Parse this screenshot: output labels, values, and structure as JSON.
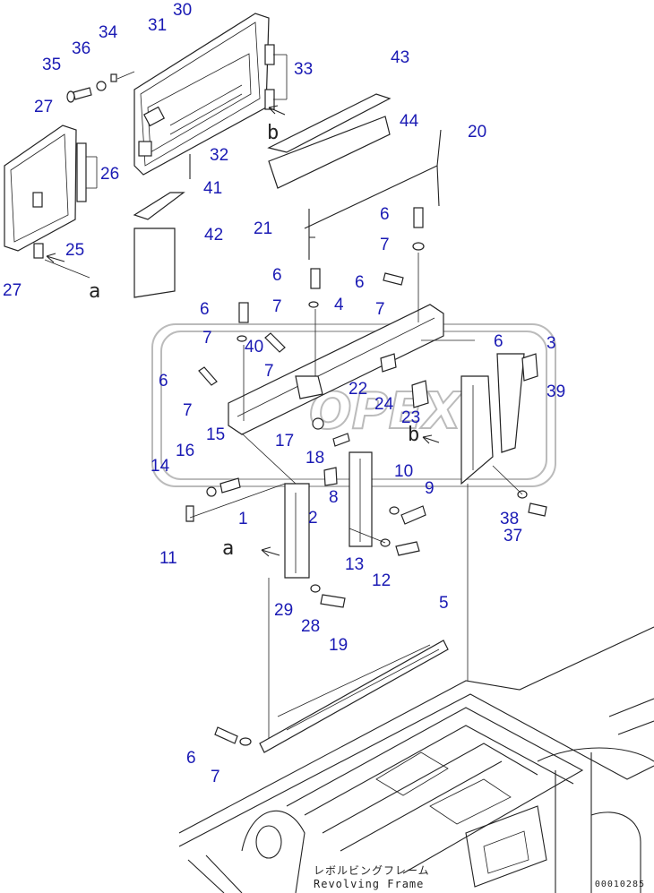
{
  "labels": [
    {
      "id": "30",
      "text": "30"
    },
    {
      "id": "31",
      "text": "31"
    },
    {
      "id": "34",
      "text": "34"
    },
    {
      "id": "36",
      "text": "36"
    },
    {
      "id": "35",
      "text": "35"
    },
    {
      "id": "33",
      "text": "33"
    },
    {
      "id": "43",
      "text": "43"
    },
    {
      "id": "27a",
      "text": "27"
    },
    {
      "id": "44",
      "text": "44"
    },
    {
      "id": "20",
      "text": "20"
    },
    {
      "id": "32",
      "text": "32"
    },
    {
      "id": "26",
      "text": "26"
    },
    {
      "id": "41",
      "text": "41"
    },
    {
      "id": "6a",
      "text": "6"
    },
    {
      "id": "21",
      "text": "21"
    },
    {
      "id": "42",
      "text": "42"
    },
    {
      "id": "7a",
      "text": "7"
    },
    {
      "id": "25",
      "text": "25"
    },
    {
      "id": "27b",
      "text": "27"
    },
    {
      "id": "6b",
      "text": "6"
    },
    {
      "id": "6c",
      "text": "6"
    },
    {
      "id": "7b",
      "text": "7"
    },
    {
      "id": "4",
      "text": "4"
    },
    {
      "id": "7c",
      "text": "7"
    },
    {
      "id": "6d",
      "text": "6"
    },
    {
      "id": "7d",
      "text": "7"
    },
    {
      "id": "6e",
      "text": "6"
    },
    {
      "id": "3",
      "text": "3"
    },
    {
      "id": "40",
      "text": "40"
    },
    {
      "id": "7e",
      "text": "7"
    },
    {
      "id": "6f",
      "text": "6"
    },
    {
      "id": "22",
      "text": "22"
    },
    {
      "id": "39",
      "text": "39"
    },
    {
      "id": "24",
      "text": "24"
    },
    {
      "id": "7f",
      "text": "7"
    },
    {
      "id": "23",
      "text": "23"
    },
    {
      "id": "15",
      "text": "15"
    },
    {
      "id": "17",
      "text": "17"
    },
    {
      "id": "18",
      "text": "18"
    },
    {
      "id": "16",
      "text": "16"
    },
    {
      "id": "14",
      "text": "14"
    },
    {
      "id": "10",
      "text": "10"
    },
    {
      "id": "8",
      "text": "8"
    },
    {
      "id": "9",
      "text": "9"
    },
    {
      "id": "2",
      "text": "2"
    },
    {
      "id": "1",
      "text": "1"
    },
    {
      "id": "38",
      "text": "38"
    },
    {
      "id": "37",
      "text": "37"
    },
    {
      "id": "11",
      "text": "11"
    },
    {
      "id": "13",
      "text": "13"
    },
    {
      "id": "12",
      "text": "12"
    },
    {
      "id": "29",
      "text": "29"
    },
    {
      "id": "28",
      "text": "28"
    },
    {
      "id": "5",
      "text": "5"
    },
    {
      "id": "19",
      "text": "19"
    },
    {
      "id": "6g",
      "text": "6"
    },
    {
      "id": "7g",
      "text": "7"
    }
  ],
  "view_labels": {
    "a1": "a",
    "a2": "a",
    "b1": "b",
    "b2": "b"
  },
  "caption": {
    "jp": "レボルビングフレーム",
    "en": "Revolving Frame"
  },
  "drawing_code": "00010285",
  "watermark": "OPEX"
}
